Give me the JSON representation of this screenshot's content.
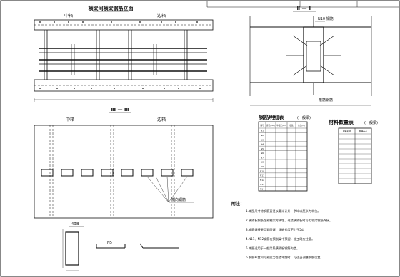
{
  "title_block": {
    "title_left": "",
    "title_right": "",
    "number": ""
  },
  "elevation": {
    "title": "横梁间横梁钢筋立面",
    "label_left": "中箱",
    "label_right": "边箱"
  },
  "section_1": {
    "title": "Ⅱ — Ⅱ",
    "callout_top": "N10 钢筋",
    "callout_bottom": "箍筋钢筋"
  },
  "section_2": {
    "title": "Ⅲ — Ⅲ",
    "label_left": "中箱",
    "label_right": "边箱",
    "callout": "横向钢筋"
  },
  "rebar_table": {
    "title": "钢筋明细表",
    "subtitle": "(一般梁)",
    "headers": [
      "编号",
      "直径(mm)",
      "单根长(cm)",
      "根数",
      "总长(m)"
    ],
    "rows": [
      [
        "N1",
        "",
        "",
        "",
        ""
      ],
      [
        "N2",
        "",
        "",
        "",
        ""
      ],
      [
        "N3",
        "",
        "",
        "",
        ""
      ],
      [
        "N4",
        "",
        "",
        "",
        ""
      ],
      [
        "N5",
        "",
        "",
        "",
        ""
      ],
      [
        "N6",
        "",
        "",
        "",
        ""
      ],
      [
        "N7",
        "",
        "",
        "",
        ""
      ],
      [
        "N8",
        "",
        "",
        "",
        ""
      ],
      [
        "N9",
        "",
        "",
        "",
        ""
      ],
      [
        "N10",
        "",
        "",
        "",
        ""
      ],
      [
        "N11",
        "",
        "",
        "",
        ""
      ],
      [
        "N12",
        "",
        "",
        "",
        ""
      ],
      [
        "N13",
        "",
        "",
        "",
        ""
      ],
      [
        "N14",
        "",
        "",
        "",
        ""
      ]
    ]
  },
  "material_table": {
    "title": "材料数量表",
    "subtitle": "(一般梁)",
    "headers": [
      "材料名称",
      "数量(kg)"
    ],
    "rows": [
      [
        "",
        ""
      ],
      [
        "",
        ""
      ],
      [
        "",
        ""
      ],
      [
        "",
        ""
      ],
      [
        "",
        ""
      ],
      [
        "",
        ""
      ],
      [
        "",
        ""
      ],
      [
        "",
        ""
      ],
      [
        "",
        ""
      ],
      [
        "",
        ""
      ]
    ]
  },
  "notes": {
    "heading": "附注：",
    "items": [
      "1.本图尺寸除钢筋直径以毫米计外，余均以厘米为单位。",
      "2.横隔板钢筋在预制梁时预埋，现浇横隔板时与相邻梁钢筋焊接。",
      "3.钢筋焊接采用双面焊，焊缝长度不小于5d。",
      "4.N11、N12钢筋在预制梁中预留，施工时应注意。",
      "5.本图适用于一般梁段横隔板钢筋构造。",
      "6.钢筋布置如与预应力管道冲突时，可适当调整钢筋位置。"
    ]
  },
  "detail_labels": {
    "a": "4ΦB",
    "b": "N5"
  }
}
